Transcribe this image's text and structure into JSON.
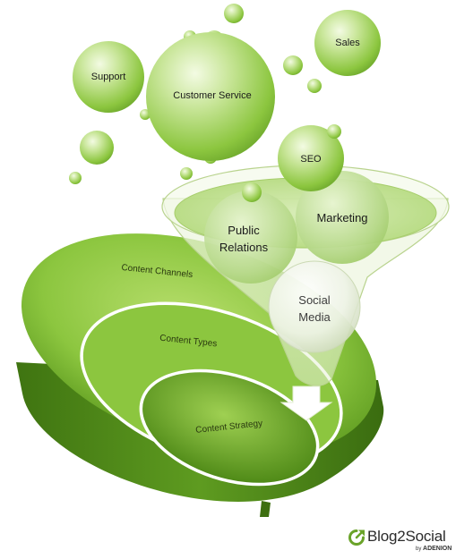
{
  "diagram": {
    "bubbles": {
      "support": "Support",
      "customer_service": "Customer Service",
      "sales": "Sales",
      "seo": "SEO"
    },
    "funnel": {
      "public_relations_line1": "Public",
      "public_relations_line2": "Relations",
      "marketing": "Marketing",
      "social_media_line1": "Social",
      "social_media_line2": "Media"
    },
    "layers": {
      "channels": "Content Channels",
      "types": "Content Types",
      "strategy": "Content Strategy"
    }
  },
  "logo": {
    "name": "Blog2Social",
    "by": "by",
    "company": "ADENION"
  },
  "colors": {
    "green_light": "#c7e58a",
    "green_mid": "#8cc63f",
    "green_dark": "#4f8a17",
    "logo_green": "#6aa329"
  }
}
